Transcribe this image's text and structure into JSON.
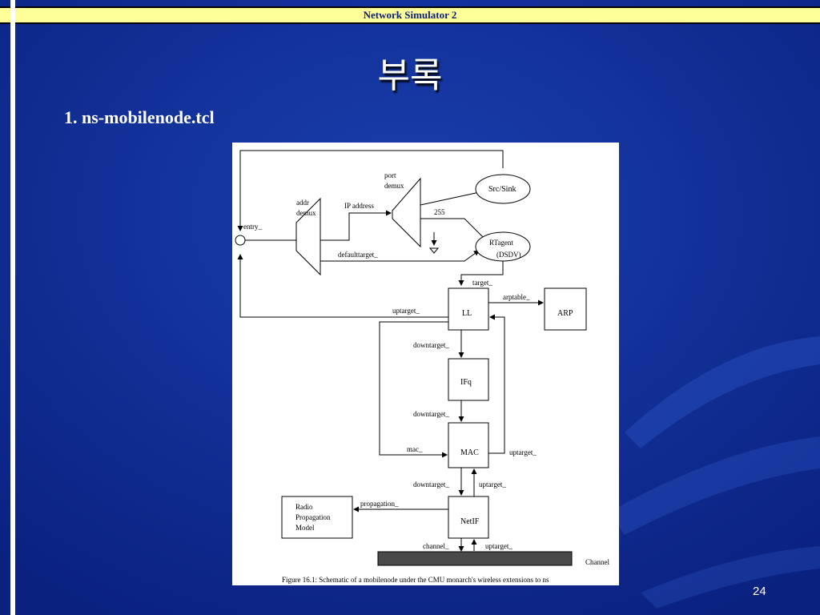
{
  "header": {
    "title": "Network Simulator 2"
  },
  "slide": {
    "title": "부록",
    "subtitle": "1. ns-mobilenode.tcl",
    "page_number": "24"
  },
  "figure": {
    "caption": "Figure 16.1: Schematic of a mobilenode under the CMU monarch's wireless extensions to ns",
    "labels": {
      "port": "port",
      "demux": "demux",
      "addr": "addr",
      "addr_demux": "demux",
      "ip_address": "IP address",
      "num_255": "255",
      "entry": "entry_",
      "default_target": "defaulttarget_",
      "src_sink": "Src/Sink",
      "rtagent": "RTagent",
      "dsdv": "(DSDV)",
      "target": "target_",
      "arptable": "arptable_",
      "ll": "LL",
      "arp": "ARP",
      "uptarget_ll": "uptarget_",
      "downtarget_1": "downtarget_",
      "ifq": "IFq",
      "downtarget_2": "downtarget_",
      "mac_label": "mac_",
      "mac": "MAC",
      "uptarget_mac": "uptarget_",
      "downtarget_3": "downtarget_",
      "uptarget_3": "uptarget_",
      "propagation": "propagation_",
      "radio_1": "Radio",
      "radio_2": "Propagation",
      "radio_3": "Model",
      "netif": "NetIF",
      "channel_label": "channel_",
      "uptarget_4": "uptarget_",
      "channel": "Channel"
    }
  },
  "colors": {
    "background": "#0d2a8a",
    "header_bar": "#ffff99",
    "title_text": "#ffffff"
  }
}
